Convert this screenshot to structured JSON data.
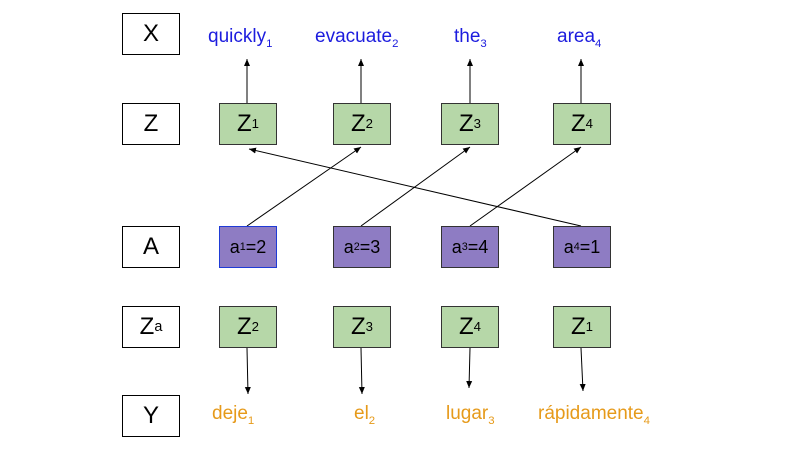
{
  "rows": {
    "x": {
      "main": "X",
      "sub": ""
    },
    "z": {
      "main": "Z",
      "sub": ""
    },
    "a": {
      "main": "A",
      "sub": ""
    },
    "za": {
      "main": "Z",
      "sub": "a"
    },
    "y": {
      "main": "Y",
      "sub": ""
    }
  },
  "source_words": [
    {
      "text": "quickly",
      "sub": "1"
    },
    {
      "text": "evacuate",
      "sub": "2"
    },
    {
      "text": "the",
      "sub": "3"
    },
    {
      "text": "area",
      "sub": "4"
    }
  ],
  "z_nodes": [
    {
      "main": "Z",
      "sub": "1"
    },
    {
      "main": "Z",
      "sub": "2"
    },
    {
      "main": "Z",
      "sub": "3"
    },
    {
      "main": "Z",
      "sub": "4"
    }
  ],
  "a_nodes": [
    {
      "main": "a",
      "sub": "1",
      "value": "=2"
    },
    {
      "main": "a",
      "sub": "2",
      "value": "=3"
    },
    {
      "main": "a",
      "sub": "3",
      "value": "=4"
    },
    {
      "main": "a",
      "sub": "4",
      "value": "=1"
    }
  ],
  "za_nodes": [
    {
      "main": "Z",
      "sub": "2"
    },
    {
      "main": "Z",
      "sub": "3"
    },
    {
      "main": "Z",
      "sub": "4"
    },
    {
      "main": "Z",
      "sub": "1"
    }
  ],
  "target_words": [
    {
      "text": "deje",
      "sub": "1"
    },
    {
      "text": "el",
      "sub": "2"
    },
    {
      "text": "lugar",
      "sub": "3"
    },
    {
      "text": "rápidamente",
      "sub": "4"
    }
  ],
  "colors": {
    "node_green": "#b6d7a8",
    "node_purple": "#8e7cc3",
    "source_text": "#1c1cde",
    "target_text": "#e69a1a"
  }
}
